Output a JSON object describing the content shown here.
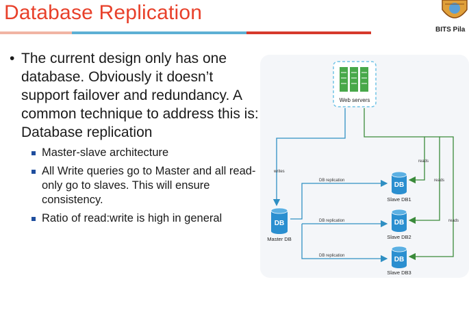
{
  "slide": {
    "title": "Database Replication",
    "brand": "BITS Pila"
  },
  "content": {
    "main_point": "The current design only has one database. Obviously it doesn’t support failover and redundancy. A common technique to address this is: Database replication",
    "sub_points": [
      "Master-slave architecture",
      "All Write queries go to Master and all read-only go to slaves. This will ensure consistency.",
      "Ratio of read:write is high in general"
    ]
  },
  "diagram": {
    "web_servers_label": "Web servers",
    "master_label": "Master DB",
    "db_glyph": "DB",
    "writes_label": "writes",
    "reads_label": "reads",
    "replication_label": "DB replication",
    "slaves": [
      "Slave DB1",
      "Slave DB2",
      "Slave DB3"
    ],
    "colors": {
      "db_fill": "#2b8fd0",
      "server_fill": "#48a84a",
      "writes_line": "#2f8fc3",
      "reads_line": "#3a8a3a",
      "replication_line": "#2f8fc3"
    }
  }
}
